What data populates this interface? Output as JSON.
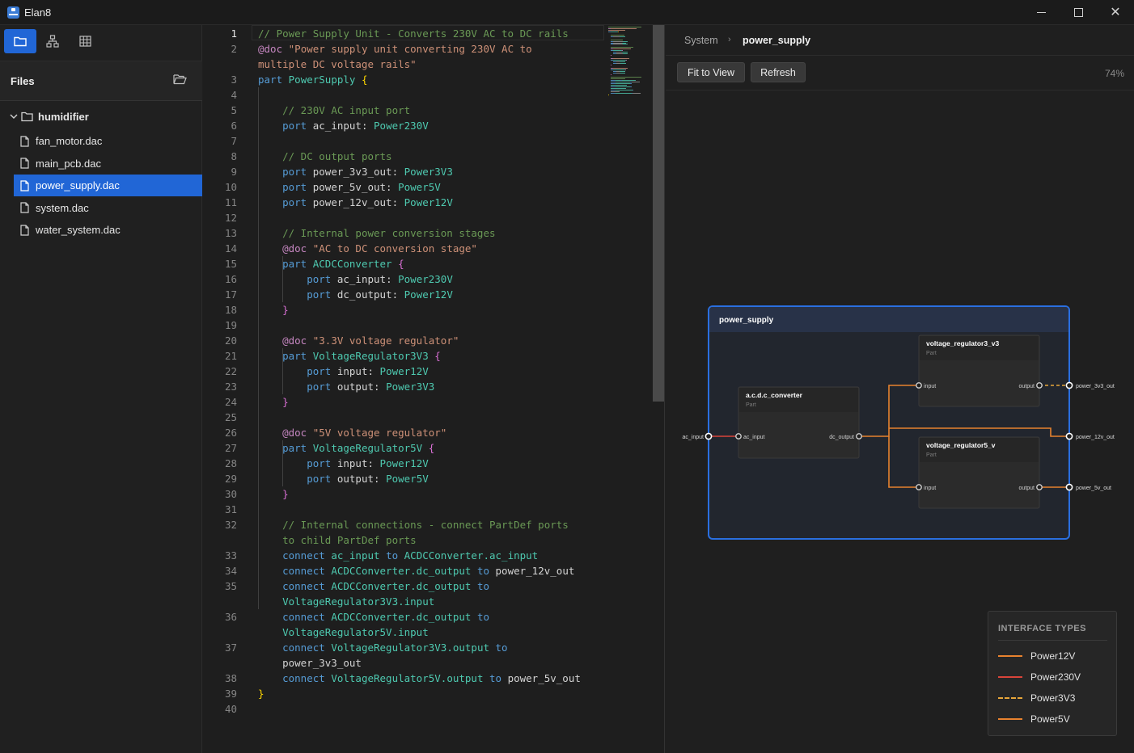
{
  "window": {
    "title": "Elan8"
  },
  "sidebar": {
    "files_title": "Files",
    "tree": {
      "folder": "humidifier",
      "files": [
        {
          "name": "fan_motor.dac",
          "selected": false
        },
        {
          "name": "main_pcb.dac",
          "selected": false
        },
        {
          "name": "power_supply.dac",
          "selected": true
        },
        {
          "name": "system.dac",
          "selected": false
        },
        {
          "name": "water_system.dac",
          "selected": false
        }
      ]
    }
  },
  "editor": {
    "current_line": 1,
    "lines": [
      {
        "n": "1",
        "t": [
          [
            "cm",
            "// Power Supply Unit - Converts 230V AC to DC rails"
          ]
        ]
      },
      {
        "n": "2",
        "t": [
          [
            "an",
            "@doc "
          ],
          [
            "st",
            "\"Power supply unit converting 230V AC to"
          ]
        ]
      },
      {
        "n": "",
        "t": [
          [
            "st",
            "multiple DC voltage rails\""
          ]
        ]
      },
      {
        "n": "3",
        "t": [
          [
            "kw",
            "part "
          ],
          [
            "ty",
            "PowerSupply "
          ],
          [
            "br1",
            "{"
          ]
        ]
      },
      {
        "n": "4",
        "t": []
      },
      {
        "n": "5",
        "t": [
          [
            "id",
            "    "
          ],
          [
            "cm",
            "// 230V AC input port"
          ]
        ]
      },
      {
        "n": "6",
        "t": [
          [
            "id",
            "    "
          ],
          [
            "kw",
            "port "
          ],
          [
            "id",
            "ac_input: "
          ],
          [
            "ty",
            "Power230V"
          ]
        ]
      },
      {
        "n": "7",
        "t": []
      },
      {
        "n": "8",
        "t": [
          [
            "id",
            "    "
          ],
          [
            "cm",
            "// DC output ports"
          ]
        ]
      },
      {
        "n": "9",
        "t": [
          [
            "id",
            "    "
          ],
          [
            "kw",
            "port "
          ],
          [
            "id",
            "power_3v3_out: "
          ],
          [
            "ty",
            "Power3V3"
          ]
        ]
      },
      {
        "n": "10",
        "t": [
          [
            "id",
            "    "
          ],
          [
            "kw",
            "port "
          ],
          [
            "id",
            "power_5v_out: "
          ],
          [
            "ty",
            "Power5V"
          ]
        ]
      },
      {
        "n": "11",
        "t": [
          [
            "id",
            "    "
          ],
          [
            "kw",
            "port "
          ],
          [
            "id",
            "power_12v_out: "
          ],
          [
            "ty",
            "Power12V"
          ]
        ]
      },
      {
        "n": "12",
        "t": []
      },
      {
        "n": "13",
        "t": [
          [
            "id",
            "    "
          ],
          [
            "cm",
            "// Internal power conversion stages"
          ]
        ]
      },
      {
        "n": "14",
        "t": [
          [
            "id",
            "    "
          ],
          [
            "an",
            "@doc "
          ],
          [
            "st",
            "\"AC to DC conversion stage\""
          ]
        ]
      },
      {
        "n": "15",
        "t": [
          [
            "id",
            "    "
          ],
          [
            "kw",
            "part "
          ],
          [
            "ty",
            "ACDCConverter "
          ],
          [
            "br2",
            "{"
          ]
        ]
      },
      {
        "n": "16",
        "t": [
          [
            "id",
            "        "
          ],
          [
            "kw",
            "port "
          ],
          [
            "id",
            "ac_input: "
          ],
          [
            "ty",
            "Power230V"
          ]
        ]
      },
      {
        "n": "17",
        "t": [
          [
            "id",
            "        "
          ],
          [
            "kw",
            "port "
          ],
          [
            "id",
            "dc_output: "
          ],
          [
            "ty",
            "Power12V"
          ]
        ]
      },
      {
        "n": "18",
        "t": [
          [
            "id",
            "    "
          ],
          [
            "br2",
            "}"
          ]
        ]
      },
      {
        "n": "19",
        "t": []
      },
      {
        "n": "20",
        "t": [
          [
            "id",
            "    "
          ],
          [
            "an",
            "@doc "
          ],
          [
            "st",
            "\"3.3V voltage regulator\""
          ]
        ]
      },
      {
        "n": "21",
        "t": [
          [
            "id",
            "    "
          ],
          [
            "kw",
            "part "
          ],
          [
            "ty",
            "VoltageRegulator3V3 "
          ],
          [
            "br2",
            "{"
          ]
        ]
      },
      {
        "n": "22",
        "t": [
          [
            "id",
            "        "
          ],
          [
            "kw",
            "port "
          ],
          [
            "id",
            "input: "
          ],
          [
            "ty",
            "Power12V"
          ]
        ]
      },
      {
        "n": "23",
        "t": [
          [
            "id",
            "        "
          ],
          [
            "kw",
            "port "
          ],
          [
            "id",
            "output: "
          ],
          [
            "ty",
            "Power3V3"
          ]
        ]
      },
      {
        "n": "24",
        "t": [
          [
            "id",
            "    "
          ],
          [
            "br2",
            "}"
          ]
        ]
      },
      {
        "n": "25",
        "t": []
      },
      {
        "n": "26",
        "t": [
          [
            "id",
            "    "
          ],
          [
            "an",
            "@doc "
          ],
          [
            "st",
            "\"5V voltage regulator\""
          ]
        ]
      },
      {
        "n": "27",
        "t": [
          [
            "id",
            "    "
          ],
          [
            "kw",
            "part "
          ],
          [
            "ty",
            "VoltageRegulator5V "
          ],
          [
            "br2",
            "{"
          ]
        ]
      },
      {
        "n": "28",
        "t": [
          [
            "id",
            "        "
          ],
          [
            "kw",
            "port "
          ],
          [
            "id",
            "input: "
          ],
          [
            "ty",
            "Power12V"
          ]
        ]
      },
      {
        "n": "29",
        "t": [
          [
            "id",
            "        "
          ],
          [
            "kw",
            "port "
          ],
          [
            "id",
            "output: "
          ],
          [
            "ty",
            "Power5V"
          ]
        ]
      },
      {
        "n": "30",
        "t": [
          [
            "id",
            "    "
          ],
          [
            "br2",
            "}"
          ]
        ]
      },
      {
        "n": "31",
        "t": []
      },
      {
        "n": "32",
        "t": [
          [
            "id",
            "    "
          ],
          [
            "cm",
            "// Internal connections - connect PartDef ports"
          ]
        ]
      },
      {
        "n": "",
        "t": [
          [
            "id",
            "    "
          ],
          [
            "cm",
            "to child PartDef ports"
          ]
        ]
      },
      {
        "n": "33",
        "t": [
          [
            "id",
            "    "
          ],
          [
            "kw",
            "connect "
          ],
          [
            "ty",
            "ac_input "
          ],
          [
            "kw",
            "to "
          ],
          [
            "ty",
            "ACDCConverter.ac_input"
          ]
        ]
      },
      {
        "n": "34",
        "t": [
          [
            "id",
            "    "
          ],
          [
            "kw",
            "connect "
          ],
          [
            "ty",
            "ACDCConverter.dc_output "
          ],
          [
            "kw",
            "to "
          ],
          [
            "id",
            "power_12v_out"
          ]
        ]
      },
      {
        "n": "35",
        "t": [
          [
            "id",
            "    "
          ],
          [
            "kw",
            "connect "
          ],
          [
            "ty",
            "ACDCConverter.dc_output "
          ],
          [
            "kw",
            "to"
          ]
        ]
      },
      {
        "n": "",
        "t": [
          [
            "id",
            "    "
          ],
          [
            "ty",
            "VoltageRegulator3V3.input"
          ]
        ]
      },
      {
        "n": "36",
        "t": [
          [
            "id",
            "    "
          ],
          [
            "kw",
            "connect "
          ],
          [
            "ty",
            "ACDCConverter.dc_output "
          ],
          [
            "kw",
            "to"
          ]
        ]
      },
      {
        "n": "",
        "t": [
          [
            "id",
            "    "
          ],
          [
            "ty",
            "VoltageRegulator5V.input"
          ]
        ]
      },
      {
        "n": "37",
        "t": [
          [
            "id",
            "    "
          ],
          [
            "kw",
            "connect "
          ],
          [
            "ty",
            "VoltageRegulator3V3.output "
          ],
          [
            "kw",
            "to"
          ]
        ]
      },
      {
        "n": "",
        "t": [
          [
            "id",
            "    power_3v3_out"
          ]
        ]
      },
      {
        "n": "38",
        "t": [
          [
            "id",
            "    "
          ],
          [
            "kw",
            "connect "
          ],
          [
            "ty",
            "VoltageRegulator5V.output "
          ],
          [
            "kw",
            "to "
          ],
          [
            "id",
            "power_5v_out"
          ]
        ]
      },
      {
        "n": "39",
        "t": [
          [
            "br1",
            "}"
          ]
        ]
      },
      {
        "n": "40",
        "t": []
      }
    ]
  },
  "diagram": {
    "breadcrumb": {
      "root": "System",
      "current": "power_supply"
    },
    "toolbar": {
      "fit_label": "Fit to View",
      "refresh_label": "Refresh",
      "zoom": "74%"
    },
    "container": {
      "title": "power_supply"
    },
    "parts": [
      {
        "id": "acdc",
        "name": "a.c.d.c_converter",
        "kind": "Part",
        "in_port": "ac_input",
        "out_port": "dc_output"
      },
      {
        "id": "vr3",
        "name": "voltage_regulator3_v3",
        "kind": "Part",
        "in_port": "input",
        "out_port": "output"
      },
      {
        "id": "vr5",
        "name": "voltage_regulator5_v",
        "kind": "Part",
        "in_port": "input",
        "out_port": "output"
      }
    ],
    "boundary_ports": {
      "ac_input": "ac_input",
      "power_3v3_out": "power_3v3_out",
      "power_12v_out": "power_12v_out",
      "power_5v_out": "power_5v_out"
    },
    "legend": {
      "title": "INTERFACE TYPES",
      "items": [
        {
          "label": "Power12V",
          "color": "#e8822e",
          "style": "solid"
        },
        {
          "label": "Power230V",
          "color": "#d9443a",
          "style": "solid"
        },
        {
          "label": "Power3V3",
          "color": "#e8a63a",
          "style": "dashed"
        },
        {
          "label": "Power5V",
          "color": "#e8822e",
          "style": "solid"
        }
      ]
    },
    "colors": {
      "accent": "#2a6fe0",
      "power12v": "#e8822e",
      "power230v": "#d9443a",
      "power3v3": "#e8a63a"
    }
  }
}
